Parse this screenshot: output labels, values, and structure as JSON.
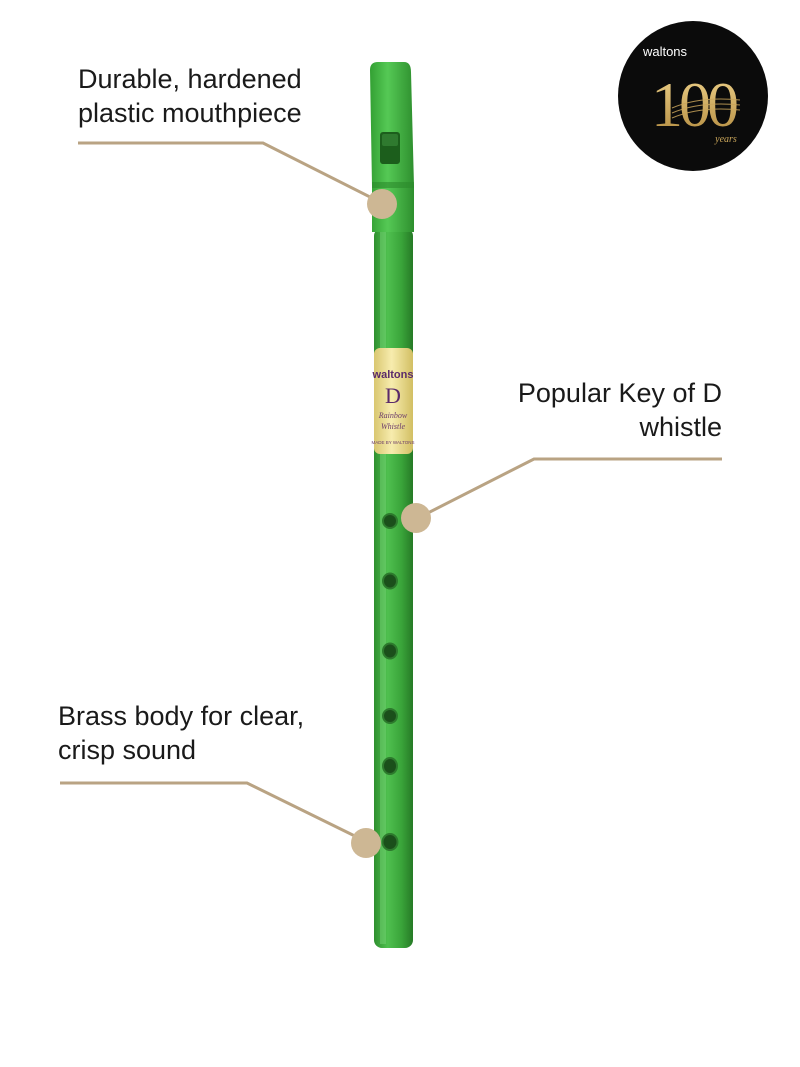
{
  "callouts": {
    "mouthpiece": {
      "line1": "Durable, hardened",
      "line2": "plastic mouthpiece"
    },
    "key": {
      "line1": "Popular Key of D",
      "line2": "whistle"
    },
    "body": {
      "line1": "Brass body for clear,",
      "line2": "crisp sound"
    }
  },
  "badge": {
    "brand": "waltons",
    "number": "100",
    "suffix": "years"
  },
  "label": {
    "brand": "waltons",
    "key": "D",
    "line1": "Rainbow",
    "line2": "Whistle",
    "footer": "MADE BY WALTONS"
  },
  "colors": {
    "whistle_green": "#3aa53a",
    "mouthpiece_green": "#43b543",
    "leader_tan": "#b9a383",
    "badge_black": "#0b0b0b",
    "badge_gold": "#c9a55a",
    "label_cream": "#f4e8a0"
  }
}
